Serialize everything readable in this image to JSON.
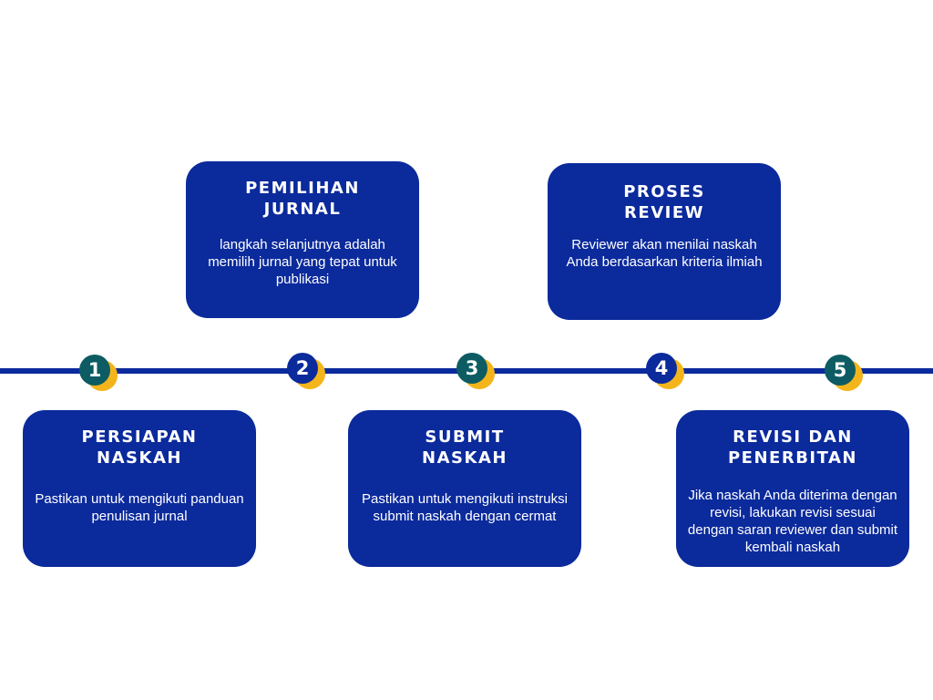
{
  "steps": [
    {
      "number": "1",
      "title": "PERSIAPAN\nNASKAH",
      "description": "Pastikan untuk mengikuti panduan penulisan jurnal"
    },
    {
      "number": "2",
      "title": "PEMILIHAN\nJURNAL",
      "description": "langkah selanjutnya adalah memilih jurnal yang tepat untuk publikasi"
    },
    {
      "number": "3",
      "title": "SUBMIT\nNASKAH",
      "description": "Pastikan untuk mengikuti instruksi submit naskah dengan cermat"
    },
    {
      "number": "4",
      "title": "PROSES\nREVIEW",
      "description": "Reviewer akan menilai naskah Anda berdasarkan kriteria ilmiah"
    },
    {
      "number": "5",
      "title": "REVISI DAN\nPENERBITAN",
      "description": "Jika naskah Anda diterima dengan revisi, lakukan revisi sesuai dengan saran reviewer dan submit kembali naskah"
    }
  ],
  "colors": {
    "card": "#0b2a9c",
    "line": "#0b2a9c",
    "marker_teal": "#0d5c63",
    "marker_navy": "#0b2a9c",
    "marker_shadow": "#f3b51b"
  }
}
